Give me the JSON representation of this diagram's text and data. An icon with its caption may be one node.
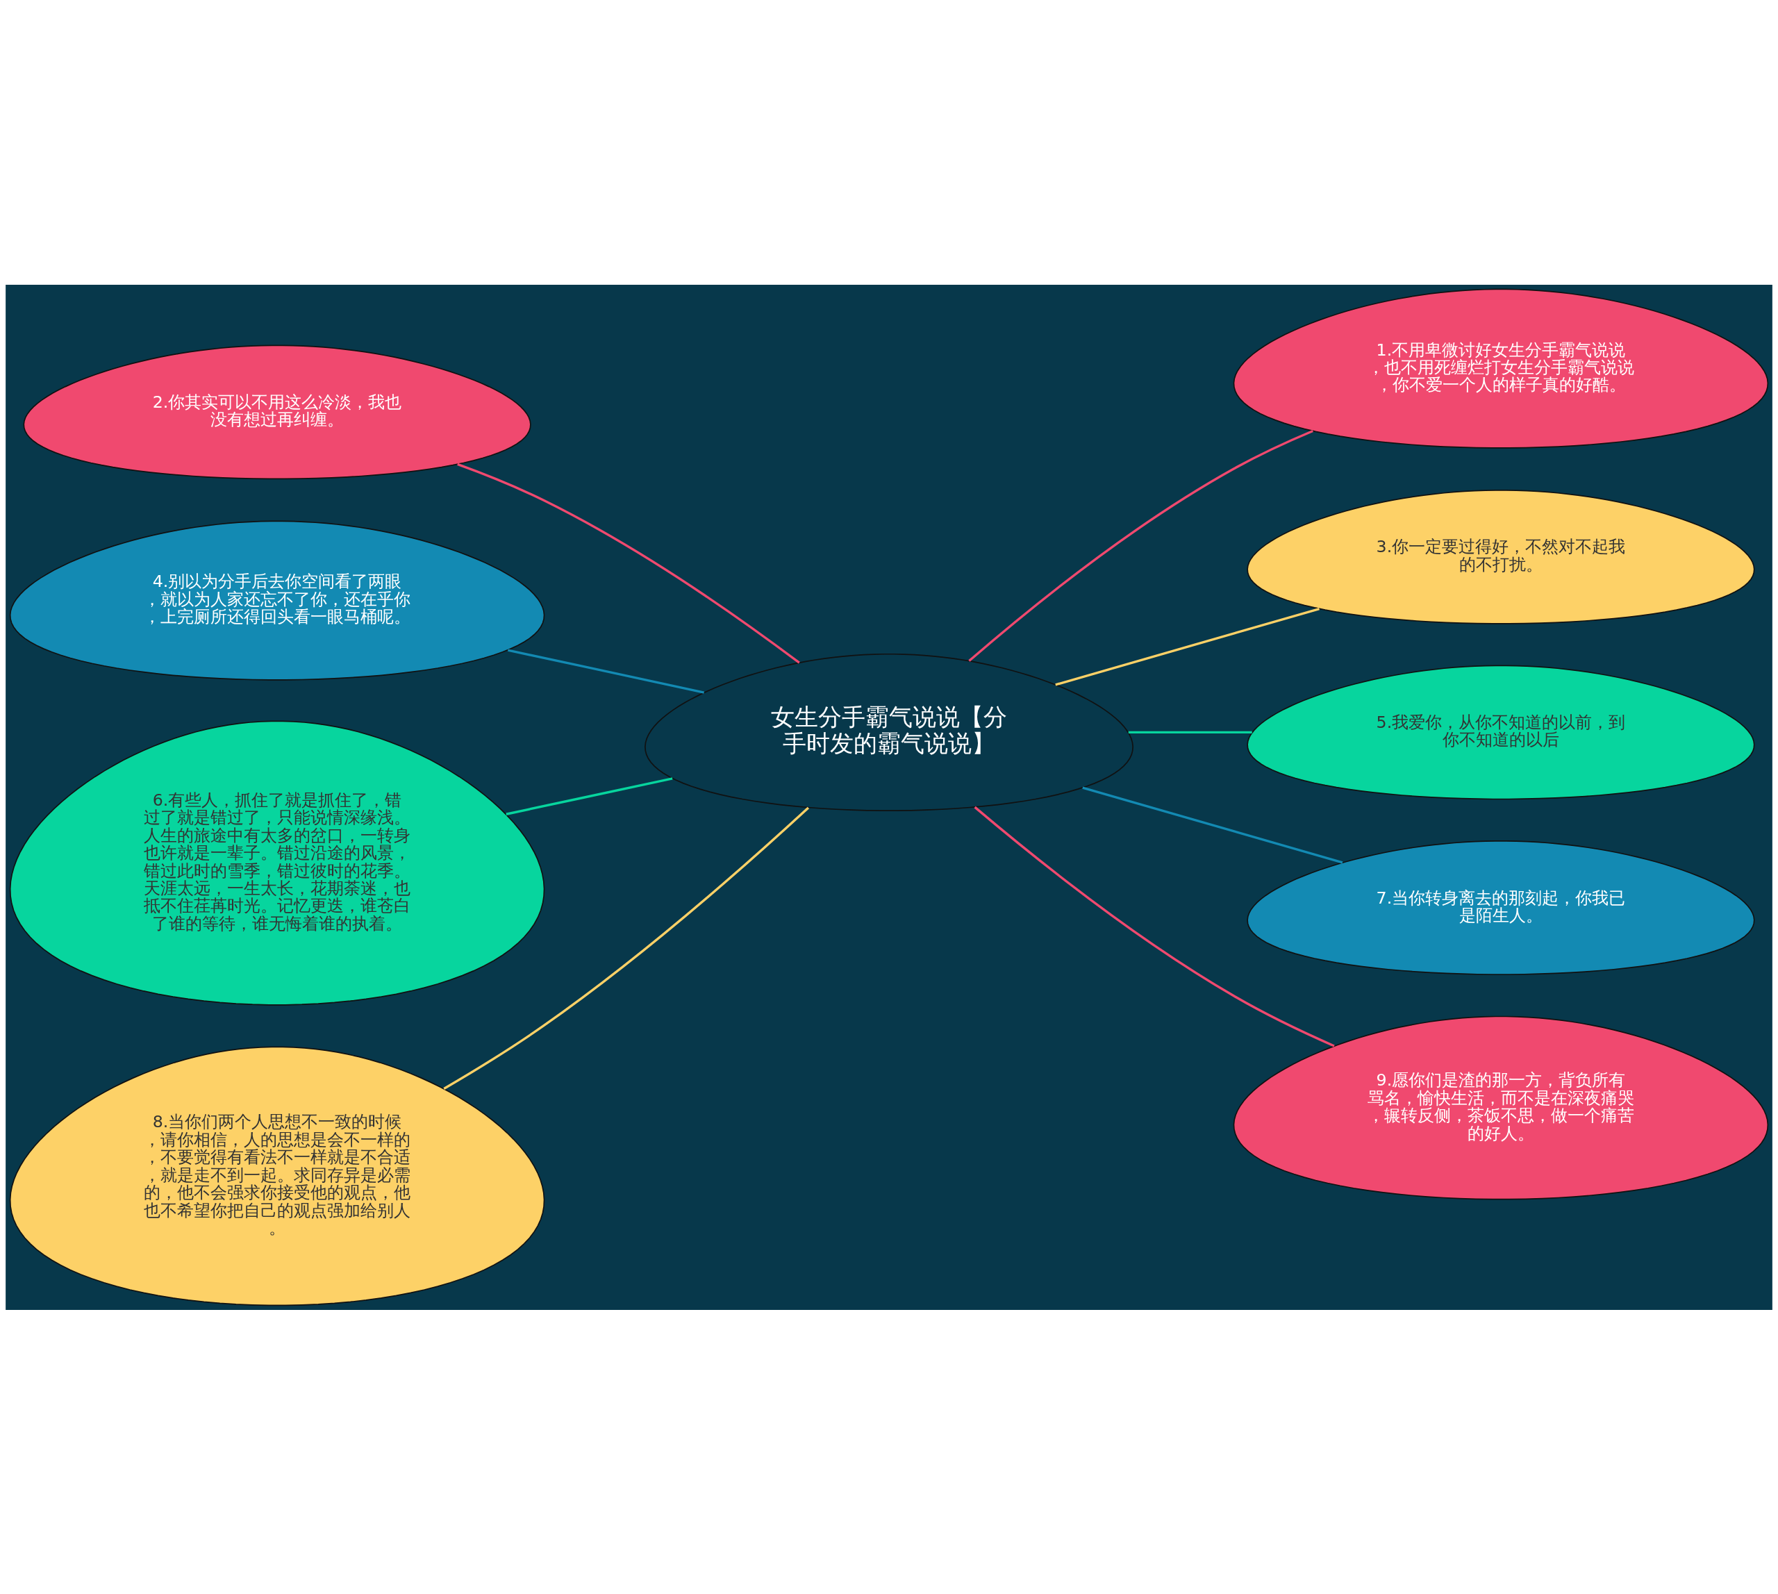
{
  "diagram": {
    "nodes": [
      {
        "text": [
          "女生分手霸气说说【分手时发的霸气说说】"
        ]
      },
      {
        "text": [
          "1.不用卑微讨好女生分手霸气说说，也不用死缠烂打女生分手霸气说说，你不爱一个人的样子真的好酷。"
        ]
      },
      {
        "text": [
          "2.你其实可以不用这么冷淡，我也没有想过再纠缠。"
        ]
      },
      {
        "text": [
          "3.你一定要过得好，不然对不起我的不打扰。"
        ]
      },
      {
        "text": [
          "4.别以为分手后去你空间看了两眼，就以为人家还忘不了你，还在乎你，上完厕所还得回头看一眼马桶呢。"
        ]
      },
      {
        "text": [
          "5.我爱你，从你不知道的以前，到你不知道的以后"
        ]
      },
      {
        "text": [
          "6.有些人，抓住了就是抓住了，错过了就是错过了，只能说情深缘浅。人生的旅途中有太多的岔口，一转身也许就是一辈子。错过沿途的风景，错过此时的雪季，错过彼时的花季。天涯太远，一生太长，花期荼迷，也抵不住荏苒时光。记忆更迭，谁苍白了谁的等待，谁无悔着谁的执着。"
        ]
      },
      {
        "text": [
          "7.当你转身离去的那刻起，你我已是陌生人。"
        ]
      },
      {
        "text": [
          "8.当你们两个人思想不一致的时候，请你相信，人的思想是会不一样的，不要觉得有看法不一样就是不合适，就是走不到一起。求同存异是必需的，他不会强求你接受他的观点，他也不希望你把自己的观点强加给别人。"
        ]
      },
      {
        "text": [
          "9.愿你们是渣的那一方，背负所有骂名，愉快生活，而不是在深夜痛哭，辗转反侧，茶饭不思，做一个痛苦的好人。"
        ]
      }
    ],
    "edges": [
      {
        "from": 0,
        "to": 1,
        "arrow": "none",
        "color": "#f0496f"
      },
      {
        "from": 0,
        "to": 2,
        "arrow": "none",
        "color": "#f0496f"
      },
      {
        "from": 0,
        "to": 3,
        "arrow": "none",
        "color": "#fdd167"
      },
      {
        "from": 0,
        "to": 4,
        "arrow": "none",
        "color": "#138ab3"
      },
      {
        "from": 0,
        "to": 5,
        "arrow": "none",
        "color": "#07d59e"
      },
      {
        "from": 0,
        "to": 6,
        "arrow": "none",
        "color": "#07d59e"
      },
      {
        "from": 0,
        "to": 7,
        "arrow": "none",
        "color": "#138ab3"
      },
      {
        "from": 0,
        "to": 8,
        "arrow": "none",
        "color": "#fdd167"
      },
      {
        "from": 0,
        "to": 9,
        "arrow": "none",
        "color": "#f0496f"
      }
    ]
  }
}
